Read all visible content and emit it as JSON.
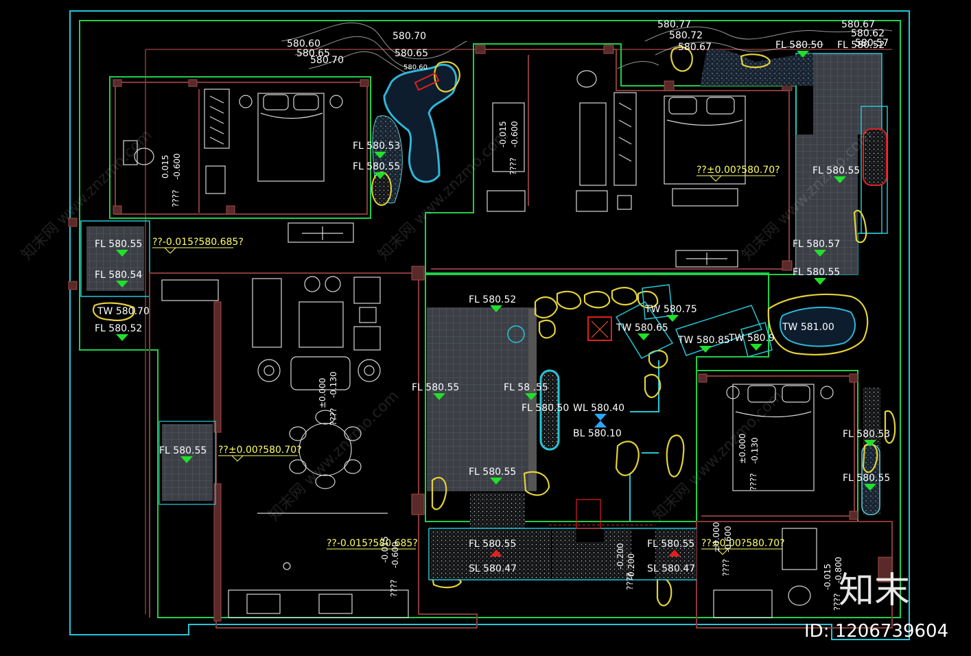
{
  "app": {
    "title": "Garden floor plan elevation drawing"
  },
  "colors": {
    "background": "#000000",
    "text": "#ffffff",
    "wall": "#8b3a3a",
    "green_outline": "#1fcf4b",
    "cyan_outline": "#24c8d8",
    "rock": "#e4d23a",
    "marker_green": "#21e02b",
    "marker_red": "#e02020",
    "marker_blue": "#2aa8ff"
  },
  "contours": {
    "c1": "580.60",
    "c2": "580.65",
    "c3": "580.70",
    "c4": "580.70",
    "c5": "580.65",
    "c6": "580.60",
    "c7": "580.77",
    "c8": "580.72",
    "c9": "580.67",
    "c10": "580.67",
    "c11": "580.62",
    "c12": "580.57"
  },
  "levels": {
    "fl_58050": "FL 580.50",
    "fl_58052_top": "FL 580.52",
    "fl_58053_pond": "FL 580.53",
    "fl_58055_pond": "FL 580.55",
    "fl_58055_east": "FL 580.55",
    "fl_58057": "FL 580.57",
    "fl_58055_east2": "FL 580.55",
    "fl_58055_w1": "FL 580.55",
    "fl_58054_w": "FL 580.54",
    "tw_58070_w": "TW 580.70",
    "fl_58052_w": "FL 580.52",
    "fl_58052_court": "FL 580.52",
    "fl_58055_court": "FL 580.55",
    "fl_58_55_court": "FL 58 .55",
    "fl_58050_court": "FL 580.50",
    "wl": "WL 580.40",
    "bl": "BL 580.10",
    "fl_58055_court_s": "FL 580.55",
    "tw_58075": "TW 580.75",
    "tw_58065": "TW 580.65",
    "tw_58085": "TW 580.85",
    "tw_5809": "TW 580.9",
    "tw_58100": "TW 581.00",
    "fl_58055_west_side": "FL 580.55",
    "fl_58053_east_side": "FL 580.53",
    "fl_58055_east_side": "FL 580.55",
    "fl_58055_sw": "FL 580.55",
    "sl_58047_sw": "SL 580.47",
    "fl_58055_se": "FL 580.55",
    "sl_58047_se": "SL 580.47"
  },
  "annotations": {
    "a1": "??±0.00?580.70?",
    "a2": "??-0.015?580.685?",
    "a3": "??±0.00?580.70?",
    "a4": "??-0.015?580.685?",
    "a5": "??±0.00?580.70?",
    "v1": "0.015",
    "v2": "-0.600",
    "v3": "-0.015",
    "v4": "-0.600",
    "v5": "±0.000",
    "v6": "-0.130",
    "v7": "±0.000",
    "v8": "-0.130",
    "v9": "-0.015",
    "v10": "-0.600",
    "v11": "±0.000",
    "v12": "-0.600",
    "v13": "-0.015",
    "v14": "-0.800",
    "v15": "-0.200",
    "v16": "-0.200",
    "q": "????",
    "pond_small": "580.60"
  },
  "watermark": {
    "text1": "知末网 www.znzmo.com",
    "brand": "知末",
    "id": "ID: 1206739604"
  }
}
